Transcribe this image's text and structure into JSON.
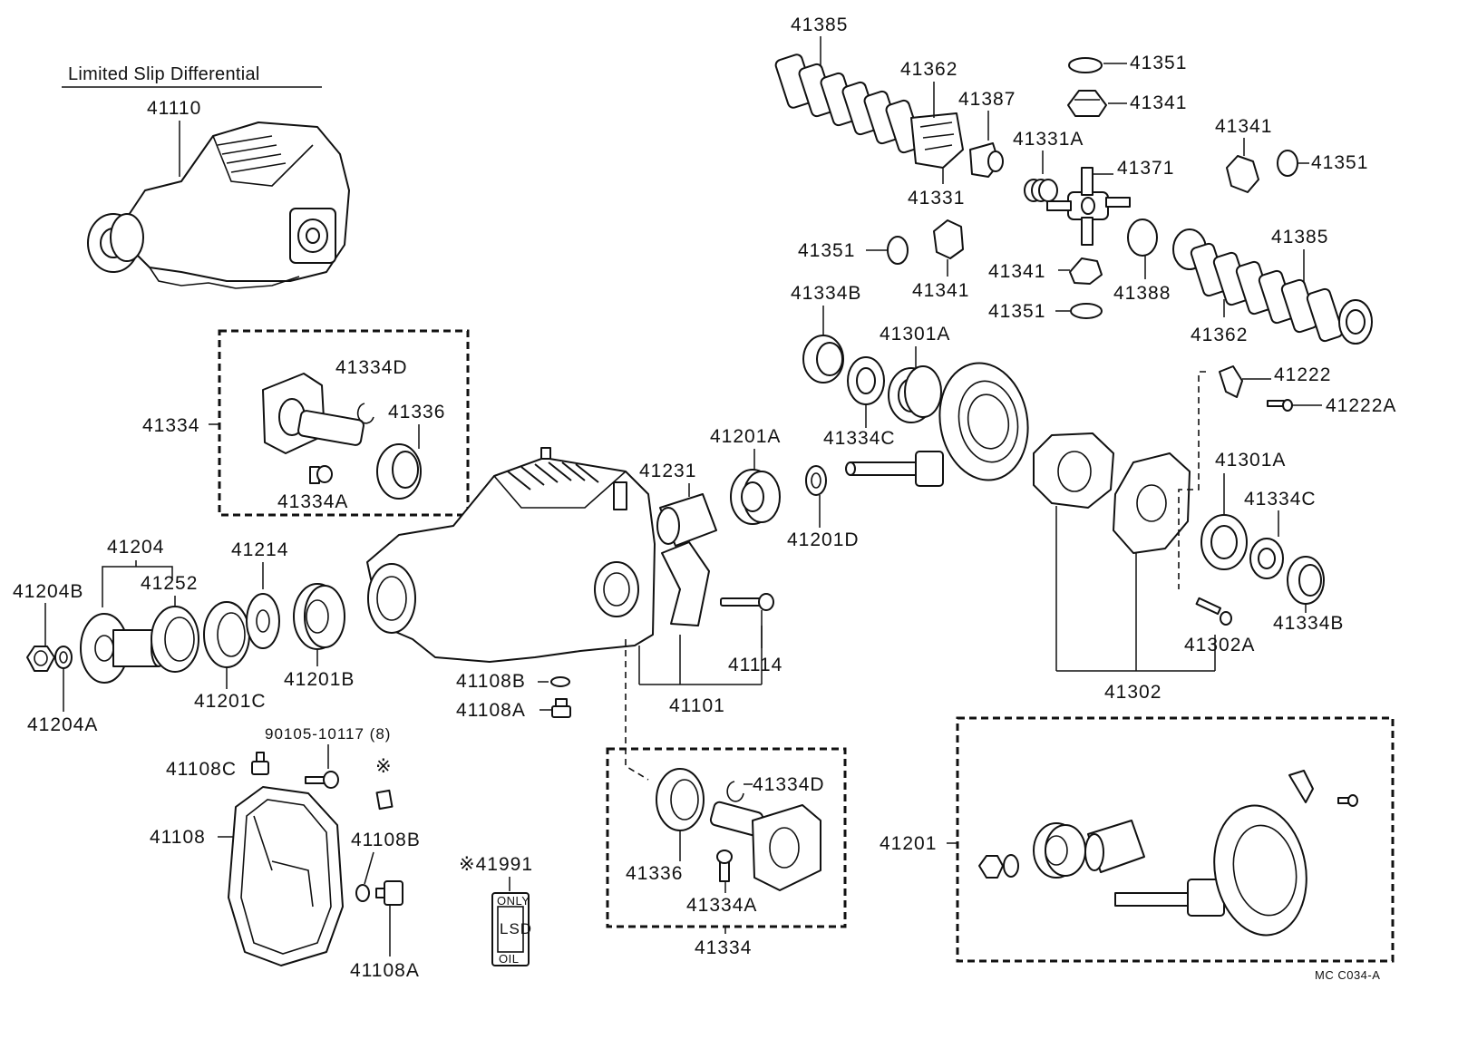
{
  "diagram": {
    "title": "Limited Slip Differential",
    "code": "MC C034-A",
    "labels": {
      "l41110": "41110",
      "l41385a": "41385",
      "l41362a": "41362",
      "l41387": "41387",
      "l41351a": "41351",
      "l41341a": "41341",
      "l41341b": "41341",
      "l41351b": "41351",
      "l41331A": "41331A",
      "l41371": "41371",
      "l41331": "41331",
      "l41351c": "41351",
      "l41341c": "41341",
      "l41341d": "41341",
      "l41388": "41388",
      "l41385b": "41385",
      "l41351d": "41351",
      "l41362b": "41362",
      "l41334B_top": "41334B",
      "l41301A_top": "41301A",
      "l41334D_top": "41334D",
      "l41336_top": "41336",
      "l41334_left": "41334",
      "l41334A_top": "41334A",
      "l41222": "41222",
      "l41222A": "41222A",
      "l41201A": "41201A",
      "l41231": "41231",
      "l41334C_top": "41334C",
      "l41201D": "41201D",
      "l41301A_right": "41301A",
      "l41334C_right": "41334C",
      "l41334B_right": "41334B",
      "l41302A": "41302A",
      "l41302": "41302",
      "l41204": "41204",
      "l41214": "41214",
      "l41252": "41252",
      "l41204B": "41204B",
      "l41201B": "41201B",
      "l41201C": "41201C",
      "l41204A": "41204A",
      "l41114": "41114",
      "l41101": "41101",
      "l41108B_mid": "41108B",
      "l41108A_mid": "41108A",
      "l90105": "90105-10117 (8)",
      "l41108C": "41108C",
      "l41108": "41108",
      "l41108B_low": "41108B",
      "l41108A_low": "41108A",
      "l41991": "※41991",
      "l41336_low": "41336",
      "l41334D_low": "41334D",
      "l41334A_low": "41334A",
      "l41334_low": "41334",
      "l41201": "41201",
      "asterisk": "※"
    },
    "oil_can": {
      "top": "ONLY",
      "middle": "LSD",
      "bottom": "OIL"
    }
  }
}
